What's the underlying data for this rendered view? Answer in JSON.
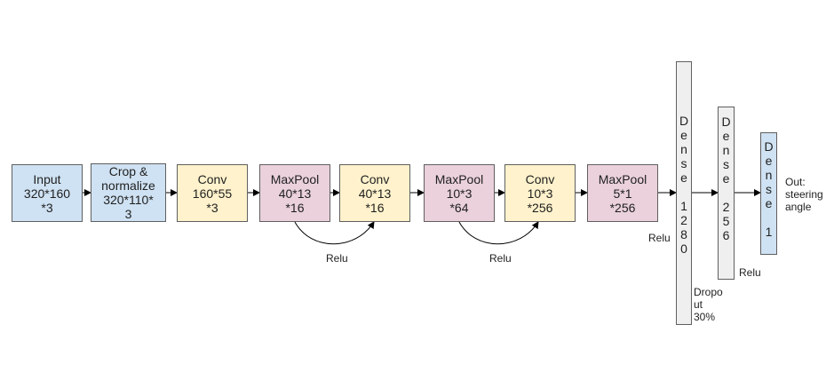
{
  "nodes": {
    "input": {
      "lines": [
        "Input",
        "320*160",
        "*3"
      ]
    },
    "crop": {
      "lines": [
        "Crop &",
        "normalize",
        "320*110*",
        "3"
      ]
    },
    "conv1": {
      "lines": [
        "Conv",
        "160*55",
        "*3"
      ]
    },
    "maxpool1": {
      "lines": [
        "MaxPool",
        "40*13",
        "*16"
      ]
    },
    "conv2": {
      "lines": [
        "Conv",
        "40*13",
        "*16"
      ]
    },
    "maxpool2": {
      "lines": [
        "MaxPool",
        "10*3",
        "*64"
      ]
    },
    "conv3": {
      "lines": [
        "Conv",
        "10*3",
        "*256"
      ]
    },
    "maxpool3": {
      "lines": [
        "MaxPool",
        "5*1",
        "*256"
      ]
    },
    "dense1280": {
      "word": "Dense",
      "num": "1280"
    },
    "dense256": {
      "word": "Dense",
      "num": "256"
    },
    "dense1": {
      "word": "Dense",
      "num": "1"
    }
  },
  "labels": {
    "relu_pool1": "Relu",
    "relu_pool2": "Relu",
    "relu_dense1280": "Relu",
    "relu_dense256": "Relu",
    "dropout": [
      "Dropo",
      "ut",
      "30%"
    ],
    "output": [
      "Out:",
      "steering",
      "angle"
    ]
  }
}
